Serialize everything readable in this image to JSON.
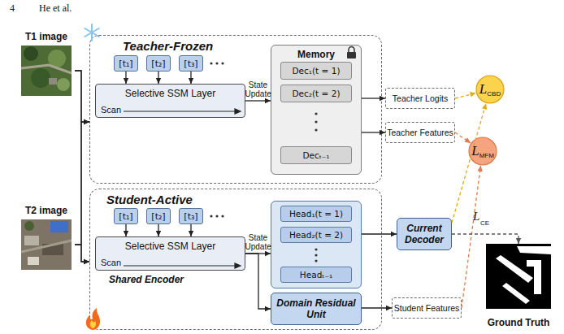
{
  "diagram": {
    "nodes": [
      {
        "text": [
          "T1 image"
        ]
      },
      {
        "text": [
          "T2 image"
        ]
      },
      {
        "text": [
          "Teacher-Frozen"
        ]
      },
      {
        "text": [
          "[t₁]"
        ],
        "in": 2
      },
      {
        "text": [
          "[t₂]"
        ],
        "in": 2
      },
      {
        "text": [
          "[t₃]"
        ],
        "in": 2
      },
      {
        "text": [
          "Selective SSM Layer",
          "Scan"
        ],
        "in": 2
      },
      {
        "text": [
          "Memory"
        ],
        "in": 2
      },
      {
        "text": [
          "Dec₁(t = 1)"
        ],
        "in": 7
      },
      {
        "text": [
          "Dec₂(t = 2)"
        ],
        "in": 7
      },
      {
        "text": [
          "Decₜ₋₁"
        ],
        "in": 7
      },
      {
        "text": [
          "Teacher Logits"
        ]
      },
      {
        "text": [
          "Teacher Features"
        ]
      },
      {
        "text": [
          "L",
          "CBD"
        ]
      },
      {
        "text": [
          "L",
          "MFM"
        ]
      },
      {
        "text": [
          "Student-Active"
        ]
      },
      {
        "text": [
          "[t₁]"
        ],
        "in": 15
      },
      {
        "text": [
          "[t₂]"
        ],
        "in": 15
      },
      {
        "text": [
          "[t₃]"
        ],
        "in": 15
      },
      {
        "text": [
          "Selective SSM Layer",
          "Scan"
        ],
        "in": 15
      },
      {
        "text": [],
        "in": 15
      },
      {
        "text": [
          "Head₁(t = 1)"
        ],
        "in": 20
      },
      {
        "text": [
          "Head₂(t = 2)"
        ],
        "in": 20
      },
      {
        "text": [
          "Headₜ₋₁"
        ],
        "in": 20
      },
      {
        "text": [
          "Domain Residual Unit"
        ],
        "in": 15
      },
      {
        "text": [
          "Current Decoder"
        ]
      },
      {
        "text": [
          "Student Features"
        ]
      },
      {
        "text": [
          "Ground Truth"
        ]
      }
    ],
    "edges": [
      {
        "from": 0,
        "to": 2,
        "arrow": "to"
      },
      {
        "from": 0,
        "to": 15,
        "arrow": "to"
      },
      {
        "from": 1,
        "to": 2,
        "arrow": "to"
      },
      {
        "from": 1,
        "to": 15,
        "arrow": "to"
      },
      {
        "from": 3,
        "to": 6,
        "arrow": "to"
      },
      {
        "from": 4,
        "to": 6,
        "arrow": "to"
      },
      {
        "from": 5,
        "to": 6,
        "arrow": "to"
      },
      {
        "from": 6,
        "to": 7,
        "label": "State Update",
        "arrow": "to"
      },
      {
        "from": 7,
        "to": 11,
        "arrow": "to"
      },
      {
        "from": 7,
        "to": 12,
        "arrow": "to"
      },
      {
        "from": 11,
        "to": 13,
        "arrow": "to"
      },
      {
        "from": 12,
        "to": 14,
        "arrow": "to"
      },
      {
        "from": 16,
        "to": 19,
        "arrow": "to"
      },
      {
        "from": 17,
        "to": 19,
        "arrow": "to"
      },
      {
        "from": 18,
        "to": 19,
        "arrow": "to"
      },
      {
        "from": 19,
        "to": 20,
        "label": "State Update",
        "arrow": "to"
      },
      {
        "from": 19,
        "to": 24,
        "arrow": "to"
      },
      {
        "from": 20,
        "to": 25,
        "arrow": "to"
      },
      {
        "from": 24,
        "to": 26,
        "arrow": "to"
      },
      {
        "from": 25,
        "to": 13,
        "arrow": "to"
      },
      {
        "from": 26,
        "to": 14,
        "arrow": "to"
      },
      {
        "from": 25,
        "to": 27,
        "arrow": "to"
      }
    ],
    "labels": [
      "4",
      "He et al.",
      "Shared Encoder",
      "L",
      "CE"
    ]
  }
}
